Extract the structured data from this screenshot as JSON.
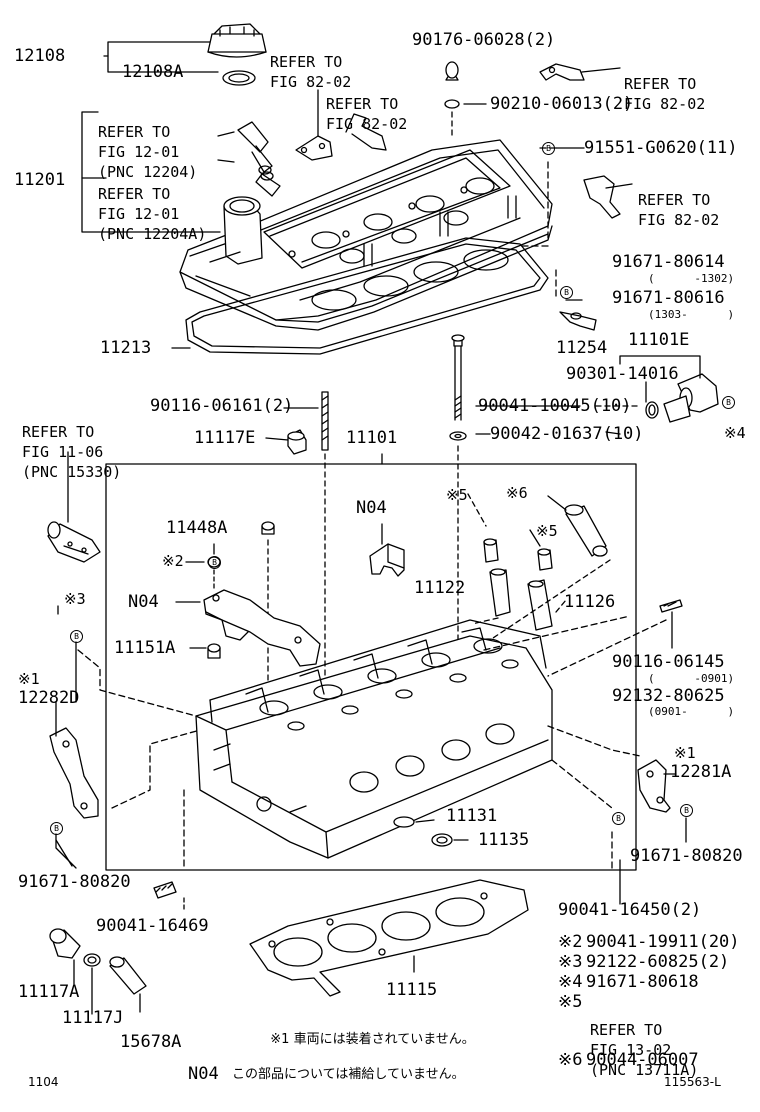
{
  "callouts": {
    "p12108": "12108",
    "p12108a": "12108A",
    "p11201": "11201",
    "p11213": "11213",
    "p90116_06161": "90116-06161(2)",
    "p11117e": "11117E",
    "p11101": "11101",
    "p11448a": "11448A",
    "p_n04_b": "N04",
    "p_n04_a": "N04",
    "p11151a": "11151A",
    "p12282d": "12282D",
    "p91671_80820_l": "91671-80820",
    "p90041_16469": "90041-16469",
    "p11117a": "11117A",
    "p11117j": "11117J",
    "p15678a": "15678A",
    "p11115": "11115",
    "p11131": "11131",
    "p11135": "11135",
    "p11122": "11122",
    "p11126": "11126",
    "p90176": "90176-06028(2)",
    "p90210": "90210-06013(2)",
    "p91551": "91551-G0620(11)",
    "p91671_80614": "91671-80614",
    "p91671_80614_range": "(      -1302)",
    "p91671_80616": "91671-80616",
    "p91671_80616_range": "(1303-      )",
    "p11254": "11254",
    "p11101e": "11101E",
    "p90301": "90301-14016",
    "p90041_10045": "90041-10045(10)",
    "p90042": "90042-01637(10)",
    "p90116_06145": "90116-06145",
    "p90116_06145_range": "(      -0901)",
    "p92132": "92132-80625",
    "p92132_range": "(0901-      )",
    "p12281a": "12281A",
    "p91671_80820_r": "91671-80820",
    "p90041_16450": "90041-16450(2)"
  },
  "refer_notes": {
    "top_center": [
      "REFER TO",
      "FIG 82-02"
    ],
    "top_mid": [
      "REFER TO",
      "FIG 82-02"
    ],
    "top_right": [
      "REFER TO",
      "FIG 82-02"
    ],
    "right_mid": [
      "REFER TO",
      "FIG 82-02"
    ],
    "pnc_12204": [
      "REFER TO",
      "FIG 12-01",
      "(PNC 12204)"
    ],
    "pnc_12204a": [
      "REFER TO",
      "FIG 12-01",
      "(PNC 12204A)"
    ],
    "pnc_15330": [
      "REFER TO",
      "FIG 11-06",
      "(PNC 15330)"
    ]
  },
  "markers": {
    "b": "B",
    "n1": "※1",
    "n2": "※2",
    "n3": "※3",
    "n4": "※4",
    "n5": "※5",
    "n6": "※6"
  },
  "footnotes": {
    "n2_part": "90041-19911(20)",
    "n3_part": "92122-60825(2)",
    "n4_part": "91671-80618",
    "n5_refer": [
      "REFER TO",
      "FIG 13-02",
      "(PNC 13711A)"
    ],
    "n6_part": "90044-06007",
    "n1_text": "車両には装着されていません。",
    "n04_label": "N04",
    "n04_text": "この部品については補給していません。"
  },
  "footer": {
    "left_code": "1104",
    "right_code": "115563-L"
  }
}
